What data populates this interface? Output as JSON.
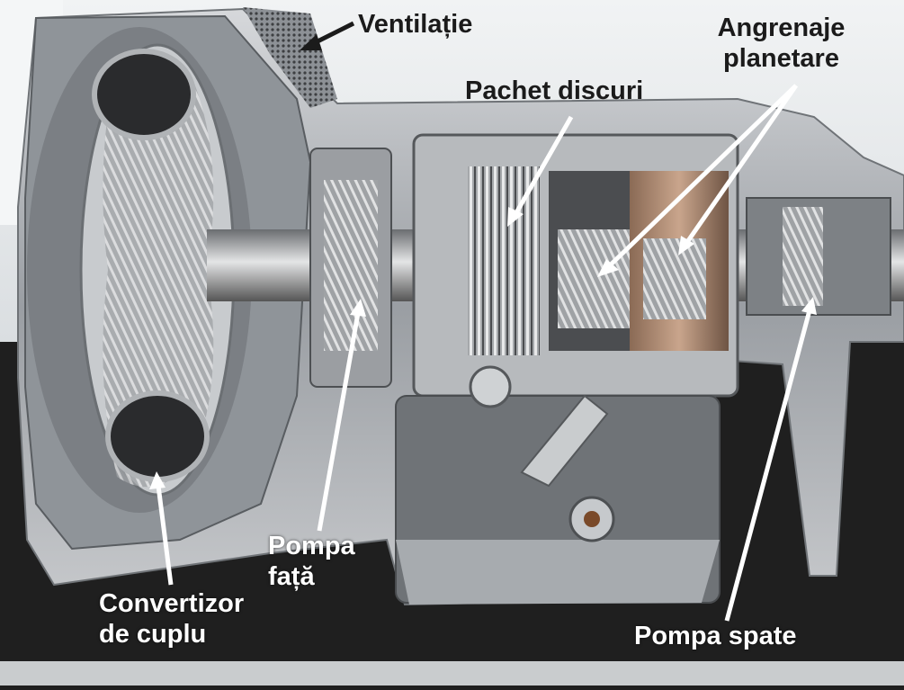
{
  "labels": {
    "ventilatie": "Ventilație",
    "angrenaje_line1": "Angrenaje",
    "angrenaje_line2": "planetare",
    "pachet_discuri": "Pachet discuri",
    "pompa_fata_line1": "Pompa",
    "pompa_fata_line2": "față",
    "convertizor_line1": "Convertizor",
    "convertizor_line2": "de cuplu",
    "pompa_spate": "Pompa spate"
  },
  "colors": {
    "dark_label": "#1b1b1b",
    "light_label": "#ffffff",
    "arrow_dark": "#1b1b1b",
    "arrow_light": "#ffffff",
    "casing": "#b9bcc0",
    "background_wall": "#e9ecee",
    "floor": "#1e1e1e"
  }
}
